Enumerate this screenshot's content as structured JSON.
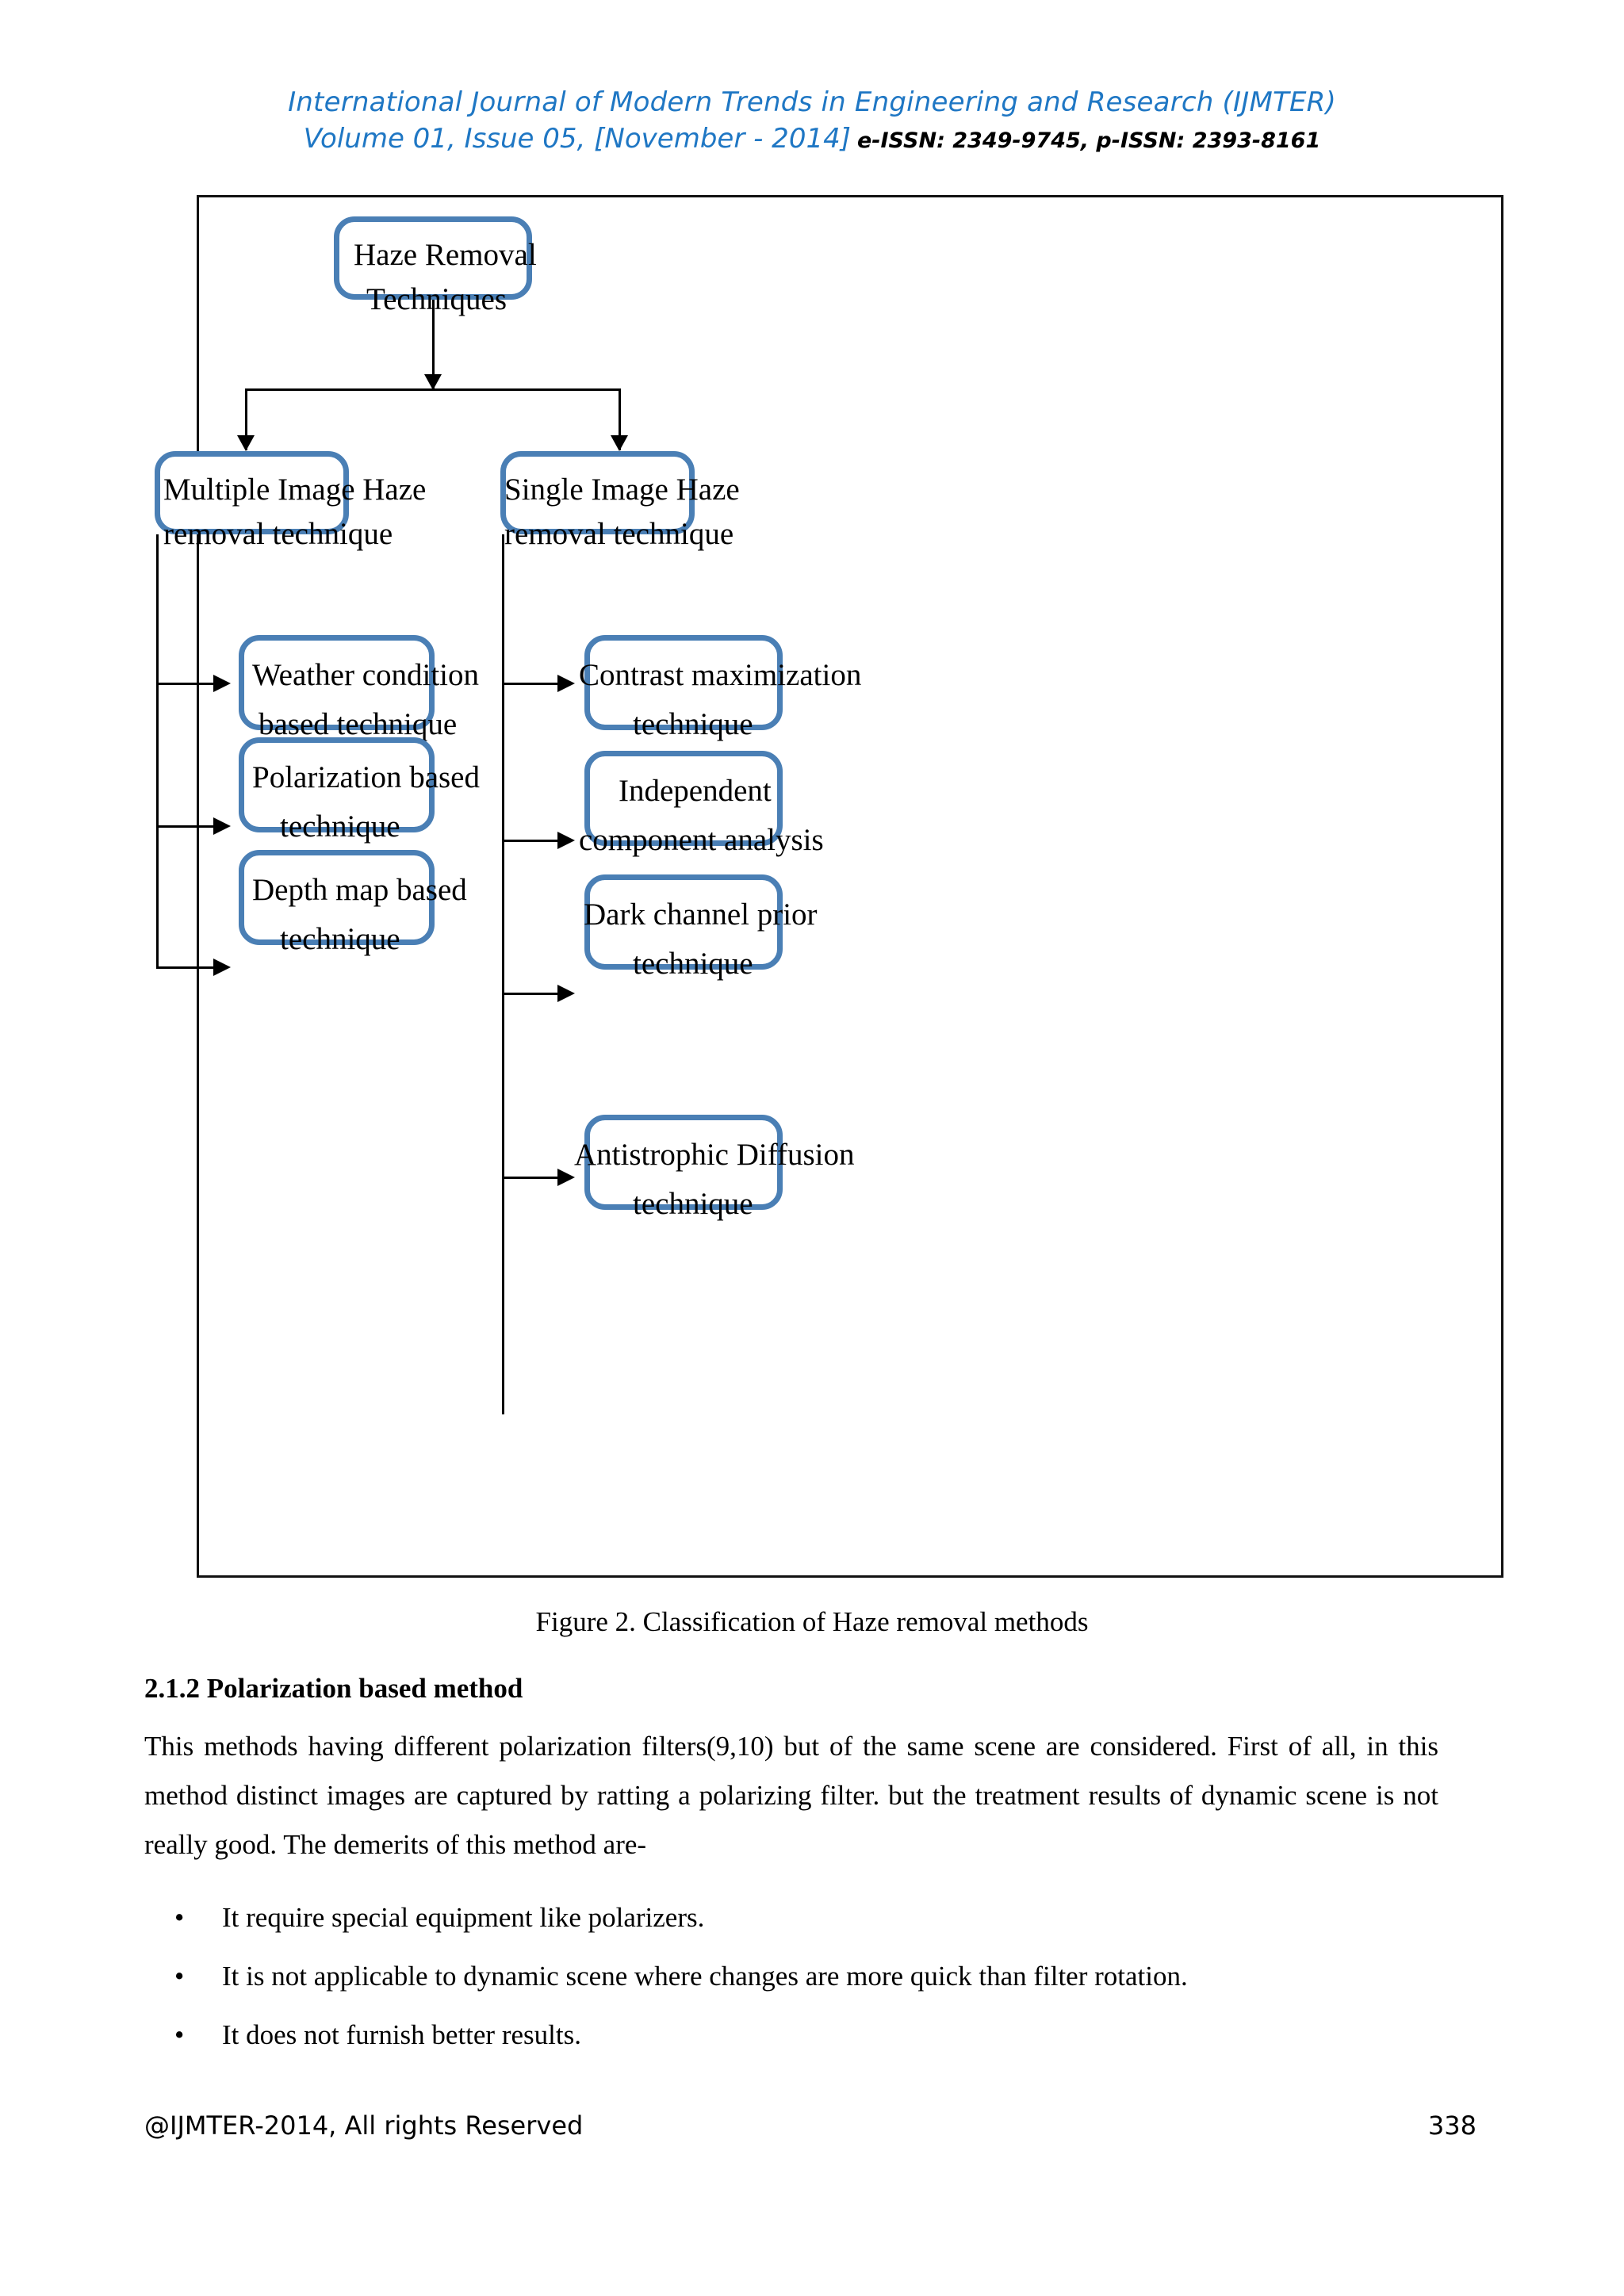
{
  "header": {
    "journal_title": "International Journal of Modern Trends in Engineering and Research (IJMTER)",
    "volume_issue": "Volume 01, Issue 05, [November - 2014]",
    "issn": "e-ISSN: 2349-9745, p-ISSN: 2393-8161"
  },
  "figure": {
    "caption": "Figure 2. Classification of Haze removal methods",
    "box_border_color": "#4a7fb5",
    "nodes": {
      "root": {
        "line1": "Haze Removal",
        "line2": "Techniques"
      },
      "left_parent": {
        "line1": "Multiple Image Haze",
        "line2": "removal technique"
      },
      "right_parent": {
        "line1": "Single Image Haze",
        "line2": "removal technique"
      },
      "left_children": [
        {
          "line1": "Weather condition",
          "line2": "based technique"
        },
        {
          "line1": "Polarization based",
          "line2": "technique"
        },
        {
          "line1": "Depth map based",
          "line2": "technique"
        }
      ],
      "right_children": [
        {
          "line1": "Contrast maximization",
          "line2": "technique"
        },
        {
          "line1": "Independent",
          "line2": "component analysis"
        },
        {
          "line1": "Dark channel prior",
          "line2": "technique"
        },
        {
          "line1": "Antistrophic Diffusion",
          "line2": "technique"
        }
      ]
    }
  },
  "body": {
    "section_heading": "2.1.2 Polarization based method",
    "paragraph_1": "This methods having different polarization filters(9,10) but of the same scene are considered. First of all, in this method distinct images are captured by ratting a polarizing filter. but the treatment results of dynamic scene is not really good. The demerits of this method are-",
    "bullet_symbol": "•",
    "bullets": [
      "It require special equipment like polarizers.",
      "It is not applicable to dynamic scene where changes are more quick than filter rotation.",
      "It does not furnish better results."
    ]
  },
  "footer": {
    "copyright": "@IJMTER-2014, All rights Reserved",
    "page_number": "338"
  }
}
